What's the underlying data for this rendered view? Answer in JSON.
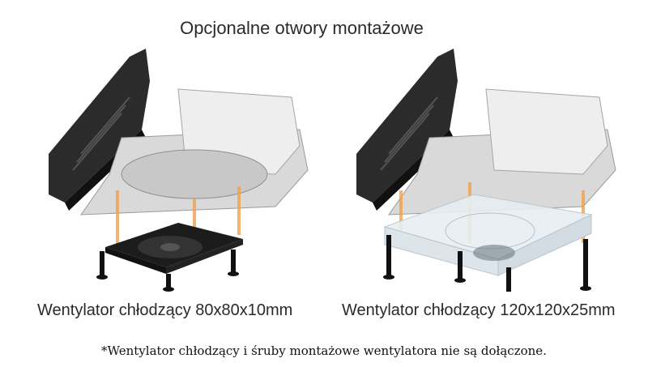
{
  "title": "Opcjonalne otwory montażowe",
  "left_panel": {
    "caption": "Wentylator chłodzący 80x80x10mm"
  },
  "right_panel": {
    "caption": "Wentylator chłodzący 120x120x25mm"
  },
  "footnote": "*Wentylator chłodzący i śruby montażowe wentylatora nie są dołączone.",
  "colors": {
    "guide_lines": "#f0a24a",
    "bracket": "#2b2b2b",
    "frame": "#d9d9d9",
    "fan_small": "#1c1c1c",
    "fan_large": "#e8eef2"
  }
}
